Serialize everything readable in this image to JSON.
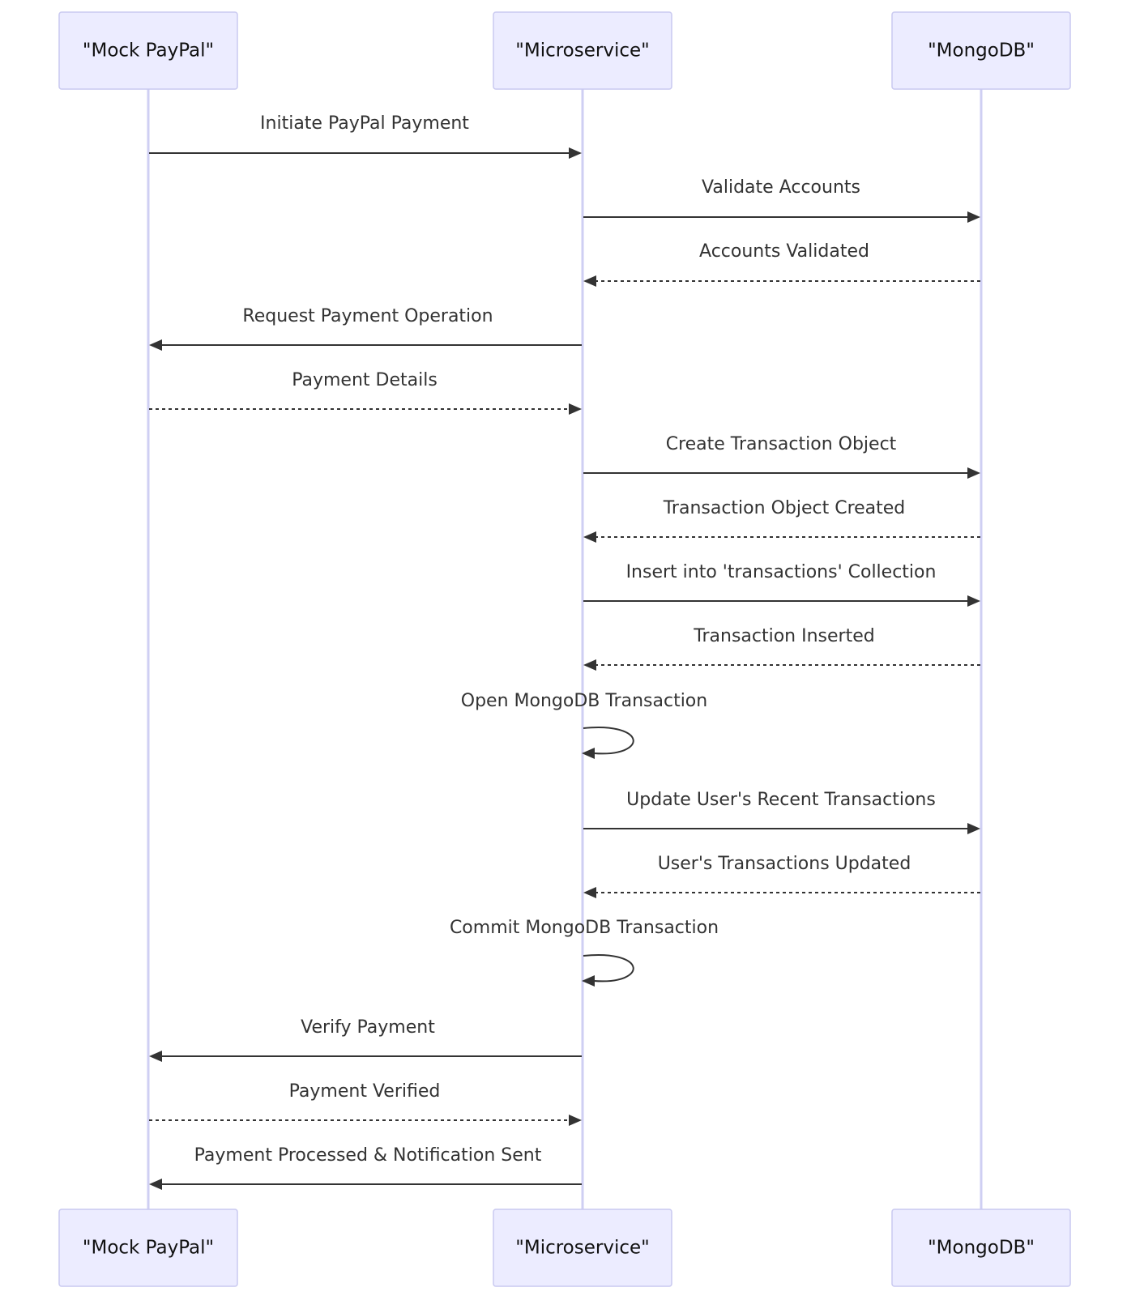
{
  "actors": [
    {
      "id": "paypal",
      "label": "\"Mock PayPal\""
    },
    {
      "id": "micro",
      "label": "\"Microservice\""
    },
    {
      "id": "mongo",
      "label": "\"MongoDB\""
    }
  ],
  "messages": [
    {
      "from": "paypal",
      "to": "micro",
      "text": "Initiate PayPal Payment",
      "style": "solid"
    },
    {
      "from": "micro",
      "to": "mongo",
      "text": "Validate Accounts",
      "style": "solid"
    },
    {
      "from": "mongo",
      "to": "micro",
      "text": "Accounts Validated",
      "style": "dashed"
    },
    {
      "from": "micro",
      "to": "paypal",
      "text": "Request Payment Operation",
      "style": "solid"
    },
    {
      "from": "paypal",
      "to": "micro",
      "text": "Payment Details",
      "style": "dashed"
    },
    {
      "from": "micro",
      "to": "mongo",
      "text": "Create Transaction Object",
      "style": "solid"
    },
    {
      "from": "mongo",
      "to": "micro",
      "text": "Transaction Object Created",
      "style": "dashed"
    },
    {
      "from": "micro",
      "to": "mongo",
      "text": "Insert into 'transactions' Collection",
      "style": "solid"
    },
    {
      "from": "mongo",
      "to": "micro",
      "text": "Transaction Inserted",
      "style": "dashed"
    },
    {
      "from": "micro",
      "to": "micro",
      "text": "Open MongoDB Transaction",
      "style": "solid"
    },
    {
      "from": "micro",
      "to": "mongo",
      "text": "Update User's Recent Transactions",
      "style": "solid"
    },
    {
      "from": "mongo",
      "to": "micro",
      "text": "User's Transactions Updated",
      "style": "dashed"
    },
    {
      "from": "micro",
      "to": "micro",
      "text": "Commit MongoDB Transaction",
      "style": "solid"
    },
    {
      "from": "micro",
      "to": "paypal",
      "text": "Verify Payment",
      "style": "solid"
    },
    {
      "from": "paypal",
      "to": "micro",
      "text": "Payment Verified",
      "style": "dashed"
    },
    {
      "from": "micro",
      "to": "paypal",
      "text": "Payment Processed & Notification Sent",
      "style": "solid"
    }
  ]
}
